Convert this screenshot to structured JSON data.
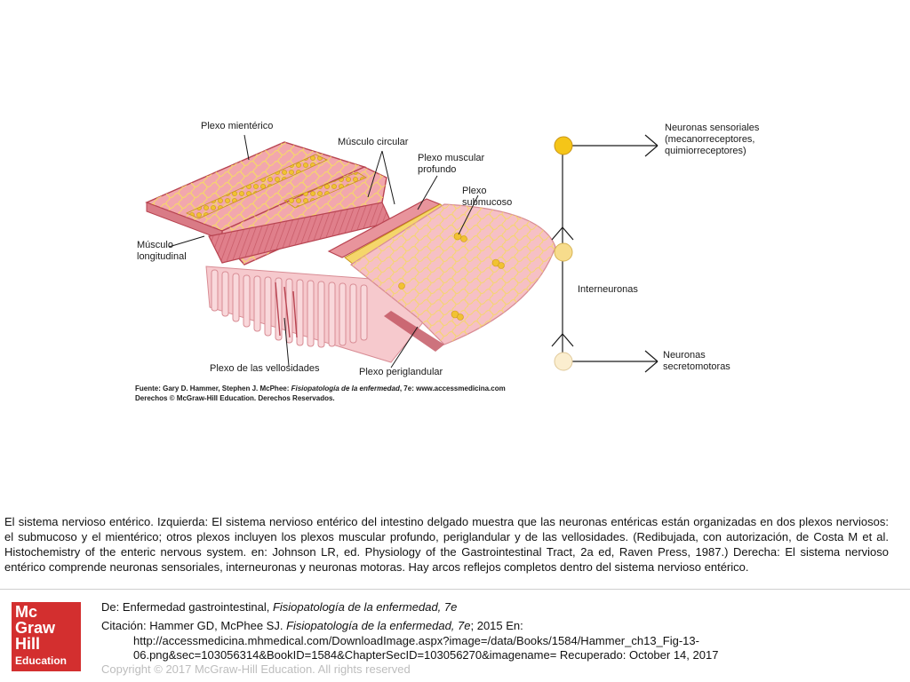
{
  "diagram": {
    "labels": {
      "plexo_mienterico": "Plexo mientérico",
      "musculo_circular": "Músculo circular",
      "plexo_muscular_profundo": "Plexo muscular\nprofundo",
      "plexo_submucoso": "Plexo\nsubmucoso",
      "musculo_longitudinal": "Músculo\nlongitudinal",
      "plexo_vellosidades": "Plexo de las vellosidades",
      "plexo_periglandular": "Plexo periglandular",
      "neuronas_sensoriales": "Neuronas sensoriales\n(mecanorreceptores,\nquimiorreceptores)",
      "interneuronas": "Interneuronas",
      "neuronas_secretomotoras": "Neuronas\nsecretomotoras"
    },
    "source_line_1_prefix": "Fuente: Gary D. Hammer, Stephen J. McPhee: ",
    "source_line_1_title": "Fisiopatología de la enfermedad",
    "source_line_1_suffix": ", 7e: www.accessmedicina.com",
    "source_line_2": "Derechos © McGraw-Hill Education. Derechos Reservados.",
    "colors": {
      "sensory_neuron": "#f5c518",
      "interneuron": "#f7dc8c",
      "secretomotor_neuron": "#fbeecf",
      "tissue_pink": "#f2a7ad",
      "plexus_yellow": "#f5d66b",
      "dark_red": "#c0505c"
    }
  },
  "caption": "El sistema nervioso entérico. Izquierda: El sistema nervioso entérico del intestino delgado muestra que las neuronas entéricas están organizadas en dos plexos nerviosos: el submucoso y el mientérico; otros plexos incluyen los plexos muscular profundo, periglandular y de las vellosidades. (Redibujada, con autorización, de Costa M et al. Histochemistry of the enteric nervous system. en: Johnson LR, ed. Physiology of the Gastrointestinal Tract, 2a ed, Raven Press, 1987.) Derecha: El sistema nervioso entérico comprende neuronas sensoriales, interneuronas y neuronas motoras. Hay arcos reflejos completos dentro del sistema nervioso entérico.",
  "footer": {
    "logo_lines": [
      "Mc",
      "Graw",
      "Hill",
      "Education"
    ],
    "de_prefix": "De: Enfermedad gastrointestinal, ",
    "de_title": "Fisiopatología de la enfermedad, 7e",
    "citation_prefix": "Citación: Hammer GD, McPhee SJ. ",
    "citation_title": "Fisiopatología de la enfermedad, 7e",
    "citation_suffix": "; 2015 En:",
    "url_line_1": "http://accessmedicina.mhmedical.com/DownloadImage.aspx?image=/data/Books/1584/Hammer_ch13_Fig-13-",
    "url_line_2": "06.png&sec=103056314&BookID=1584&ChapterSecID=103056270&imagename= Recuperado: October 14, 2017",
    "copyright": "Copyright © 2017 McGraw-Hill Education. All rights reserved"
  }
}
